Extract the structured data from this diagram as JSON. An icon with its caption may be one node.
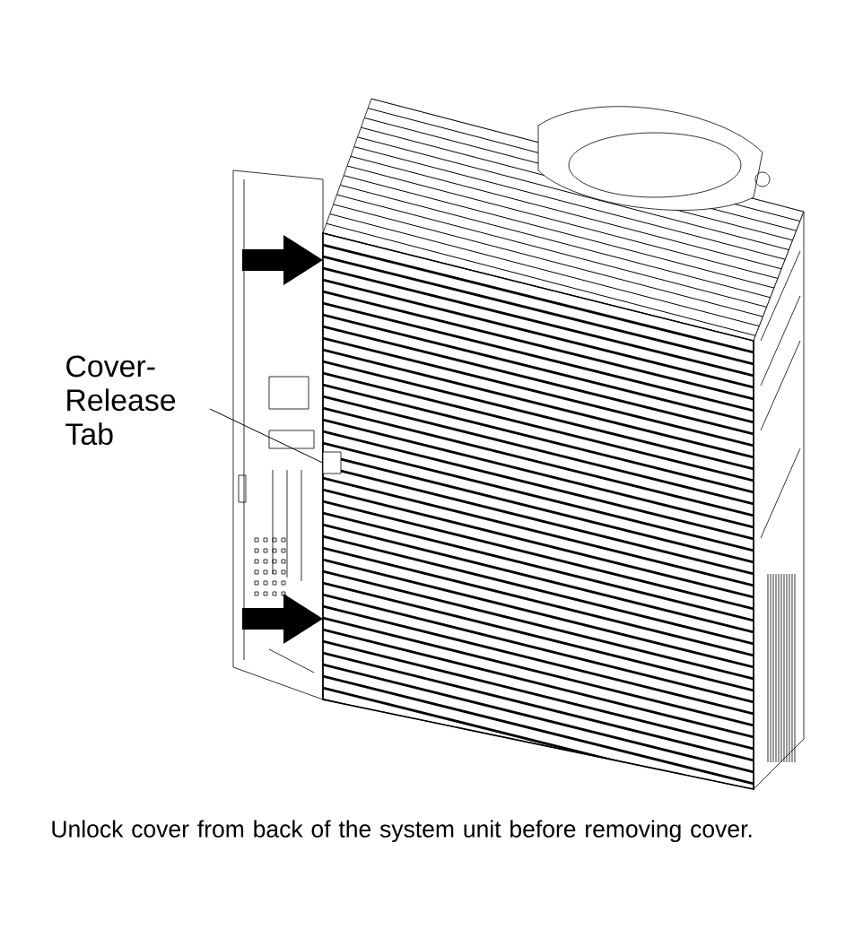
{
  "diagram": {
    "caption": "Unlock cover from back of the system unit before removing cover.",
    "nodes": [
      {
        "text": [
          "Cover- Release Tab"
        ]
      },
      {
        "text": [],
        "shape": "box"
      }
    ],
    "edges": [
      {
        "from": 0,
        "to": 1,
        "arrow": "none"
      }
    ]
  }
}
